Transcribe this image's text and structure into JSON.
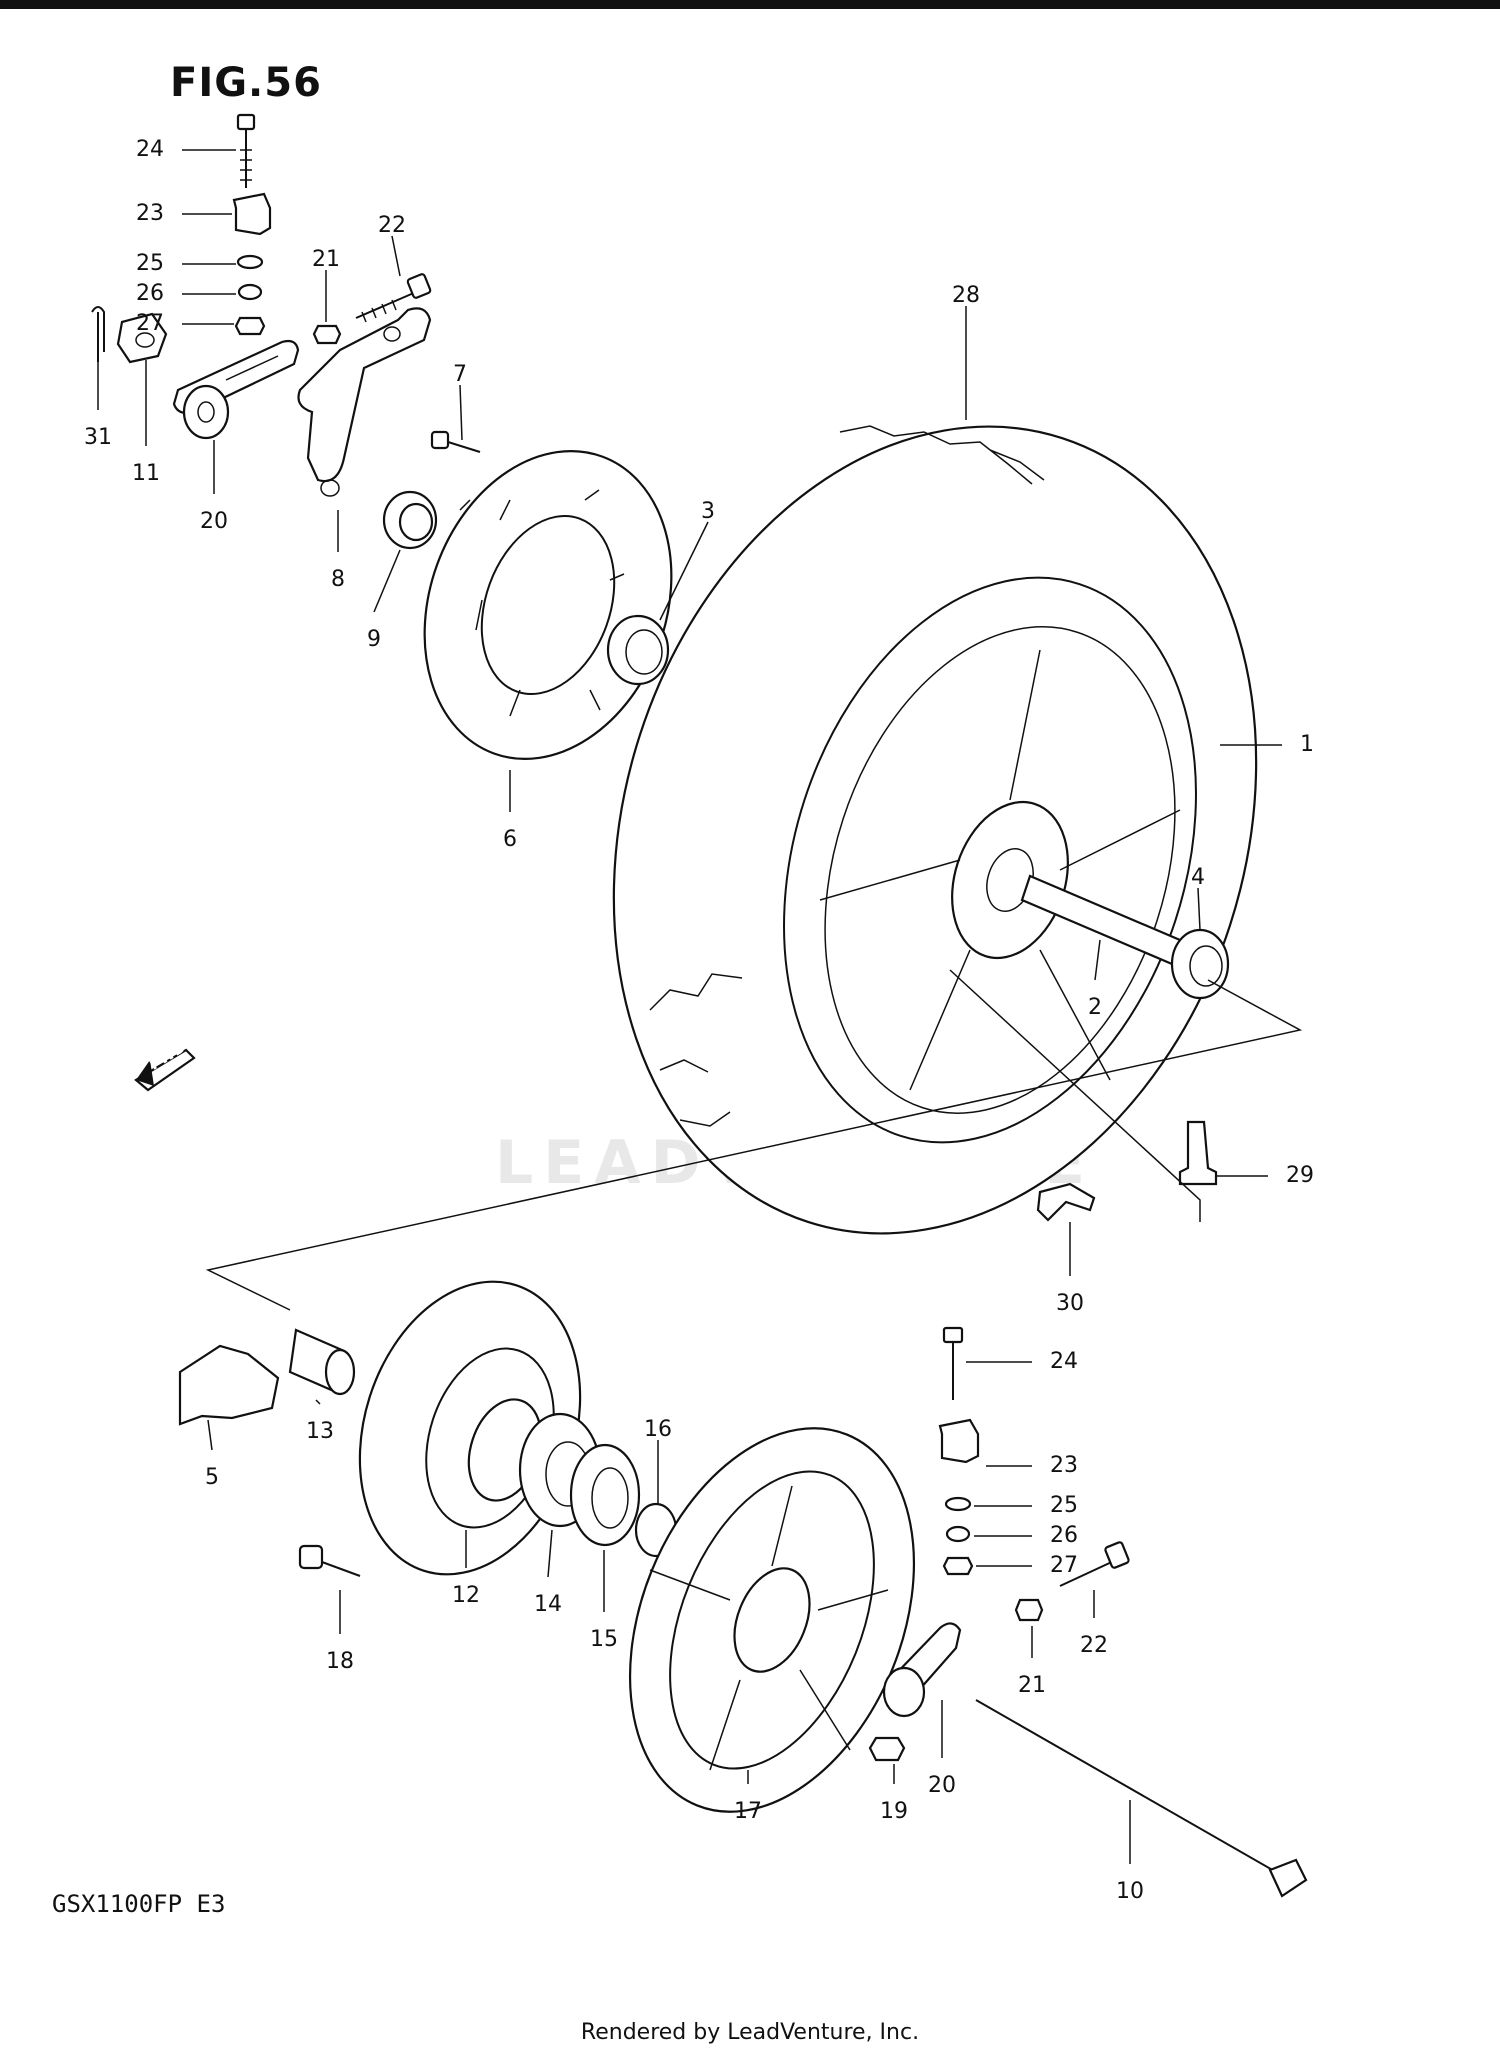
{
  "figure_title": "FIG.56",
  "model_code": "GSX1100FP  E3",
  "footer": "Rendered by LeadVenture, Inc.",
  "watermark": "LEADVENTURE",
  "direction_label": "FWD",
  "callouts": [
    "1",
    "2",
    "3",
    "4",
    "5",
    "6",
    "7",
    "8",
    "9",
    "10",
    "11",
    "12",
    "13",
    "14",
    "15",
    "16",
    "17",
    "18",
    "19",
    "20",
    "20",
    "21",
    "21",
    "22",
    "22",
    "23",
    "23",
    "24",
    "24",
    "25",
    "25",
    "26",
    "26",
    "27",
    "27",
    "28",
    "29",
    "30",
    "31"
  ]
}
